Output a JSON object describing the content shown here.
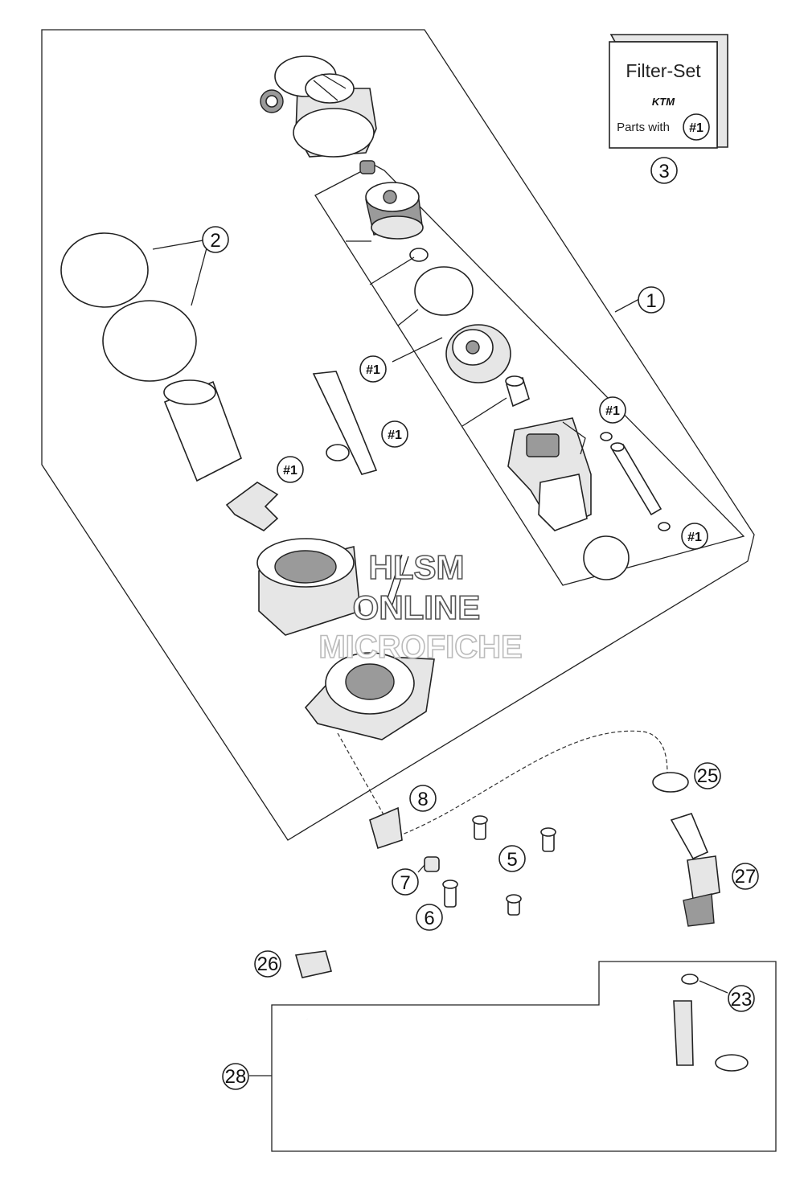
{
  "filter_set": {
    "title": "Filter-Set",
    "brand": "KTM",
    "parts_with_label": "Parts with",
    "parts_ref": "#1"
  },
  "callouts": {
    "c1": "1",
    "c2": "2",
    "c3": "3",
    "c5": "5",
    "c6": "6",
    "c7": "7",
    "c8": "8",
    "c23": "23",
    "c25": "25",
    "c26": "26",
    "c27": "27",
    "c28": "28"
  },
  "ref_markers": {
    "r_a": "#1",
    "r_b": "#1",
    "r_c": "#1",
    "r_d": "#1",
    "r_e": "#1"
  },
  "watermark": {
    "line1": "HLSM",
    "line2": "ONLINE",
    "line3": "MICROFICHE"
  },
  "colors": {
    "line": "#222222",
    "background": "#ffffff"
  }
}
